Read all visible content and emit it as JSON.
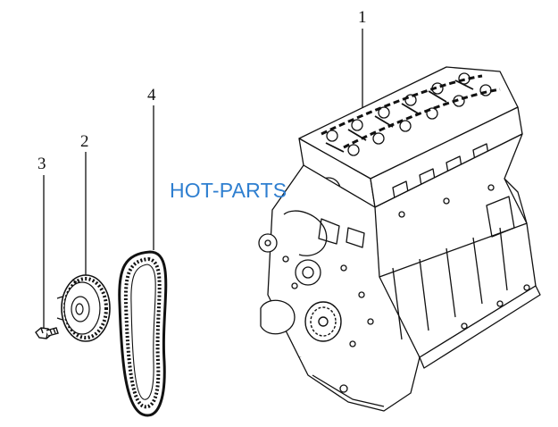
{
  "diagram": {
    "callouts": [
      {
        "id": "1",
        "label": "1",
        "part": "engine-assembly"
      },
      {
        "id": "2",
        "label": "2",
        "part": "timing-pulley"
      },
      {
        "id": "3",
        "label": "3",
        "part": "bolt"
      },
      {
        "id": "4",
        "label": "4",
        "part": "timing-belt"
      }
    ],
    "watermark": "HOT-PARTS",
    "colors": {
      "line": "#111111",
      "watermark": "#2f7fd0",
      "background": "#ffffff"
    }
  }
}
